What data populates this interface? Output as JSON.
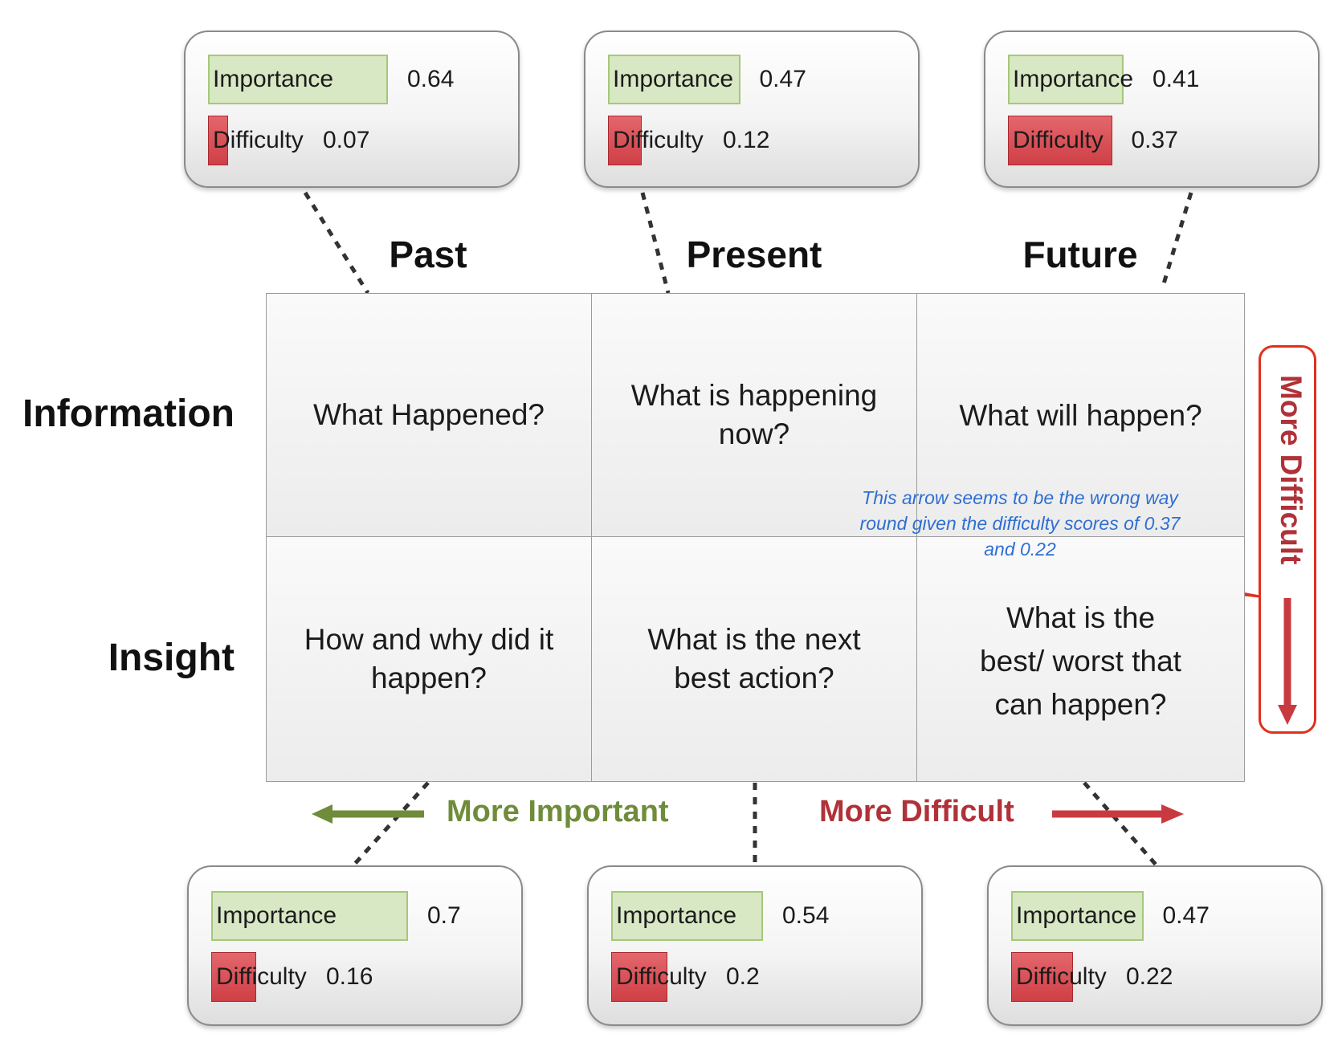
{
  "columns": [
    "Past",
    "Present",
    "Future"
  ],
  "rows": [
    "Information",
    "Insight"
  ],
  "grid": {
    "information": [
      "What Happened?",
      "What is happening now?",
      "What will happen?"
    ],
    "insight": [
      "How and why did it happen?",
      "What is the next best action?",
      "What is the best/ worst that can happen?"
    ]
  },
  "top_boxes": [
    {
      "importance_label": "Importance",
      "importance": "0.64",
      "difficulty_label": "Difficulty",
      "difficulty": "0.07"
    },
    {
      "importance_label": "Importance",
      "importance": "0.47",
      "difficulty_label": "Difficulty",
      "difficulty": "0.12"
    },
    {
      "importance_label": "Importance",
      "importance": "0.41",
      "difficulty_label": "Difficulty",
      "difficulty": "0.37"
    }
  ],
  "bottom_boxes": [
    {
      "importance_label": "Importance",
      "importance": "0.7",
      "difficulty_label": "Difficulty",
      "difficulty": "0.16"
    },
    {
      "importance_label": "Importance",
      "importance": "0.54",
      "difficulty_label": "Difficulty",
      "difficulty": "0.2"
    },
    {
      "importance_label": "Importance",
      "importance": "0.47",
      "difficulty_label": "Difficulty",
      "difficulty": "0.22"
    }
  ],
  "axis_labels": {
    "more_important": "More Important",
    "more_difficult_horizontal": "More Difficult",
    "more_difficult_vertical": "More Difficult"
  },
  "callout": "This arrow seems to be the wrong way round given the difficulty scores of 0.37 and 0.22",
  "colors": {
    "important_green": "#6f8c3b",
    "difficult_red": "#b03239",
    "callout_border": "#e0301e",
    "callout_fill": "#e2e2e2",
    "callout_text": "#2f6fd3"
  }
}
